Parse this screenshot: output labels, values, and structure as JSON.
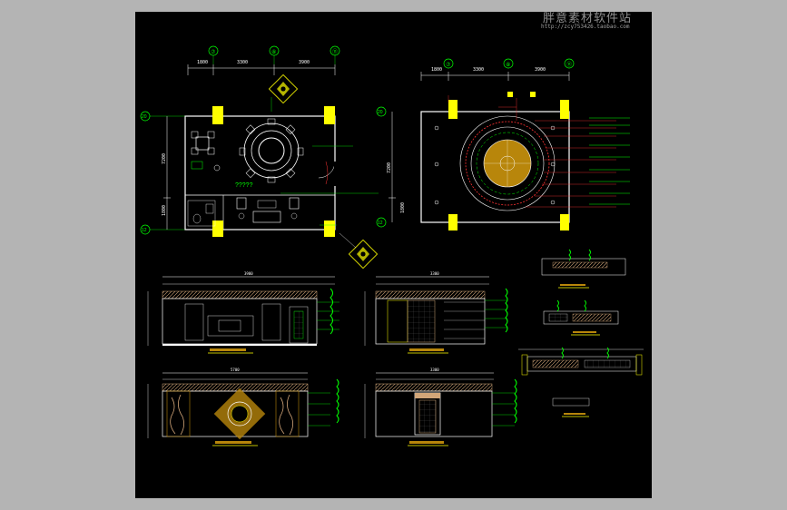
{
  "watermark": {
    "title": "胖意素材软件站",
    "url": "http://zcy753426.taobao.com"
  },
  "colors": {
    "sheet_background": "#000000",
    "outer_background": "#b4b4b4",
    "dimension": "#ffffff",
    "annotation": "#00ff00",
    "column": "#ffff00",
    "furniture": "#ffffff",
    "ceiling_detail": "#ff3333",
    "ceiling_fill": "#b8860b",
    "wall_hatch": "#d2a679"
  },
  "floor_plan": {
    "top_dims": [
      "1800",
      "3300",
      "3900"
    ],
    "axis_top": [
      "⑦",
      "⑧",
      "⑪"
    ],
    "axis_left": [
      "20",
      "12"
    ],
    "side_dims": [
      "7200",
      "1800"
    ],
    "seating_label": "?????",
    "compass_icon": "diamond-plate-icon"
  },
  "ceiling_plan": {
    "top_dims": [
      "1800",
      "3300",
      "3900"
    ],
    "axis_top": [
      "⑦",
      "⑧",
      "⑪"
    ],
    "axis_left": [
      "20",
      "12"
    ],
    "side_dims": [
      "7200",
      "1800"
    ]
  },
  "elevations": {
    "a_top": "3900",
    "b_top": "3300",
    "c_top": "5700",
    "d_top": "3300"
  }
}
